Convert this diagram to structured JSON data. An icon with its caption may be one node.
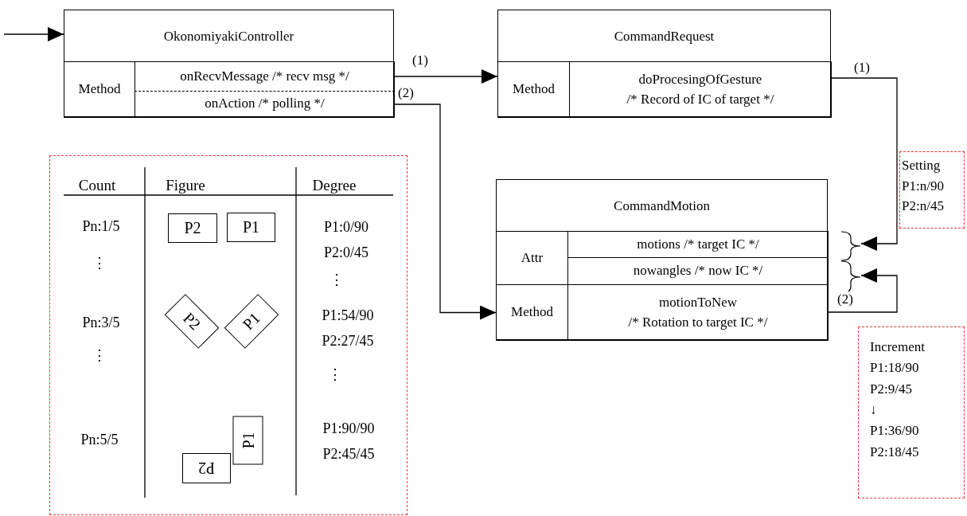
{
  "diagram": {
    "nodes": [
      {
        "text": [
          "OkonomiyakiController"
        ]
      },
      {
        "text": [
          "Method"
        ],
        "in": 0
      },
      {
        "text": [
          "onRecvMessage /* recv msg */"
        ],
        "in": 0
      },
      {
        "text": [
          "onAction /* polling */"
        ],
        "in": 0
      },
      {
        "text": [
          "CommandRequest"
        ]
      },
      {
        "text": [
          "Method"
        ],
        "in": 4
      },
      {
        "text": [
          "doProcesingOfGesture",
          "/* Record of IC of target */"
        ],
        "in": 4
      },
      {
        "text": [
          "CommandMotion"
        ]
      },
      {
        "text": [
          "Attr"
        ],
        "in": 7
      },
      {
        "text": [
          "motions /* target IC */"
        ],
        "in": 7
      },
      {
        "text": [
          "nowangles /* now IC */"
        ],
        "in": 7
      },
      {
        "text": [
          "Method"
        ],
        "in": 7
      },
      {
        "text": [
          "motionToNew",
          "/* Rotation to target IC */"
        ],
        "in": 7
      },
      {
        "text": [
          "Setting",
          "P1:n/90",
          "P2:n/45"
        ]
      },
      {
        "text": [
          "Increment",
          "P1:18/90",
          "P2:9/45",
          "↓",
          "P1:36/90",
          "P2:18/45"
        ]
      },
      {
        "text": [],
        "shape": "box"
      },
      {
        "text": [
          "P2"
        ],
        "in": 15
      },
      {
        "text": [
          "P1"
        ],
        "in": 15
      },
      {
        "text": [
          "P2"
        ],
        "in": 15
      },
      {
        "text": [
          "P1"
        ],
        "in": 15
      },
      {
        "text": [
          "P1"
        ],
        "in": 15
      },
      {
        "text": [
          "P2"
        ],
        "in": 15
      }
    ],
    "edges": [
      {
        "from": null,
        "to": 0,
        "arrow": "to"
      },
      {
        "from": 2,
        "to": 5,
        "arrow": "to",
        "label": "(1)"
      },
      {
        "from": 3,
        "to": 11,
        "arrow": "to",
        "label": "(2)"
      },
      {
        "from": 6,
        "to": 9,
        "arrow": "to",
        "label": "(1)"
      },
      {
        "from": 12,
        "to": 10,
        "arrow": "to",
        "label": "(2)"
      }
    ],
    "labels": [
      "Count",
      "Figure",
      "Degree",
      "Pn:1/5",
      "P1:0/90",
      "P2:0/45",
      "⋮",
      "⋮",
      "Pn:3/5",
      "P1:54/90",
      "P2:27/45",
      "⋮",
      "⋮",
      "Pn:5/5",
      "P1:90/90",
      "P2:45/45"
    ]
  }
}
